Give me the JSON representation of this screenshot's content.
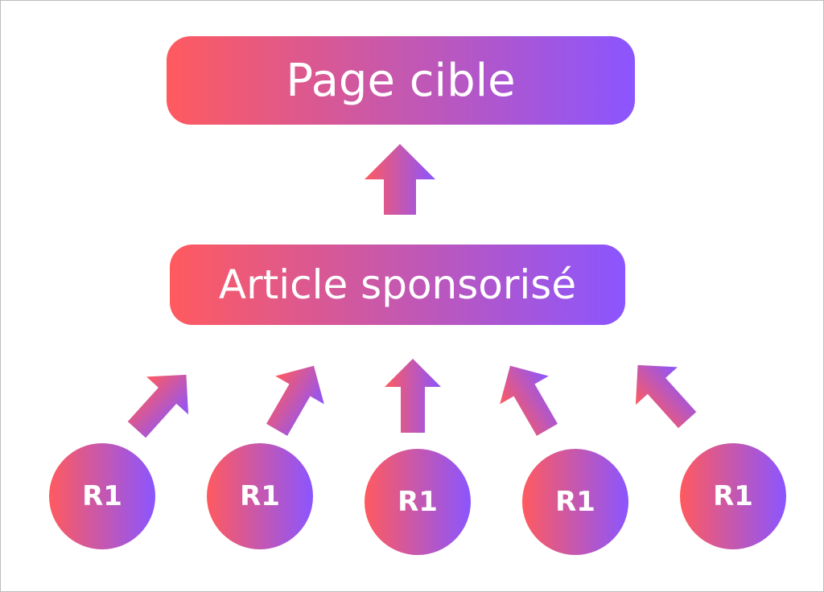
{
  "colors": {
    "gradient_start": "#ff5a5f",
    "gradient_end": "#8b55ff",
    "border": "#bdbdbd"
  },
  "target": {
    "label": "Page cible"
  },
  "article": {
    "label": "Article sponsorisé"
  },
  "sources": [
    {
      "label": "R1"
    },
    {
      "label": "R1"
    },
    {
      "label": "R1"
    },
    {
      "label": "R1"
    },
    {
      "label": "R1"
    }
  ],
  "icons": [
    "arrow-up-icon",
    "arrow-up-right-icon",
    "arrow-up-left-icon"
  ]
}
